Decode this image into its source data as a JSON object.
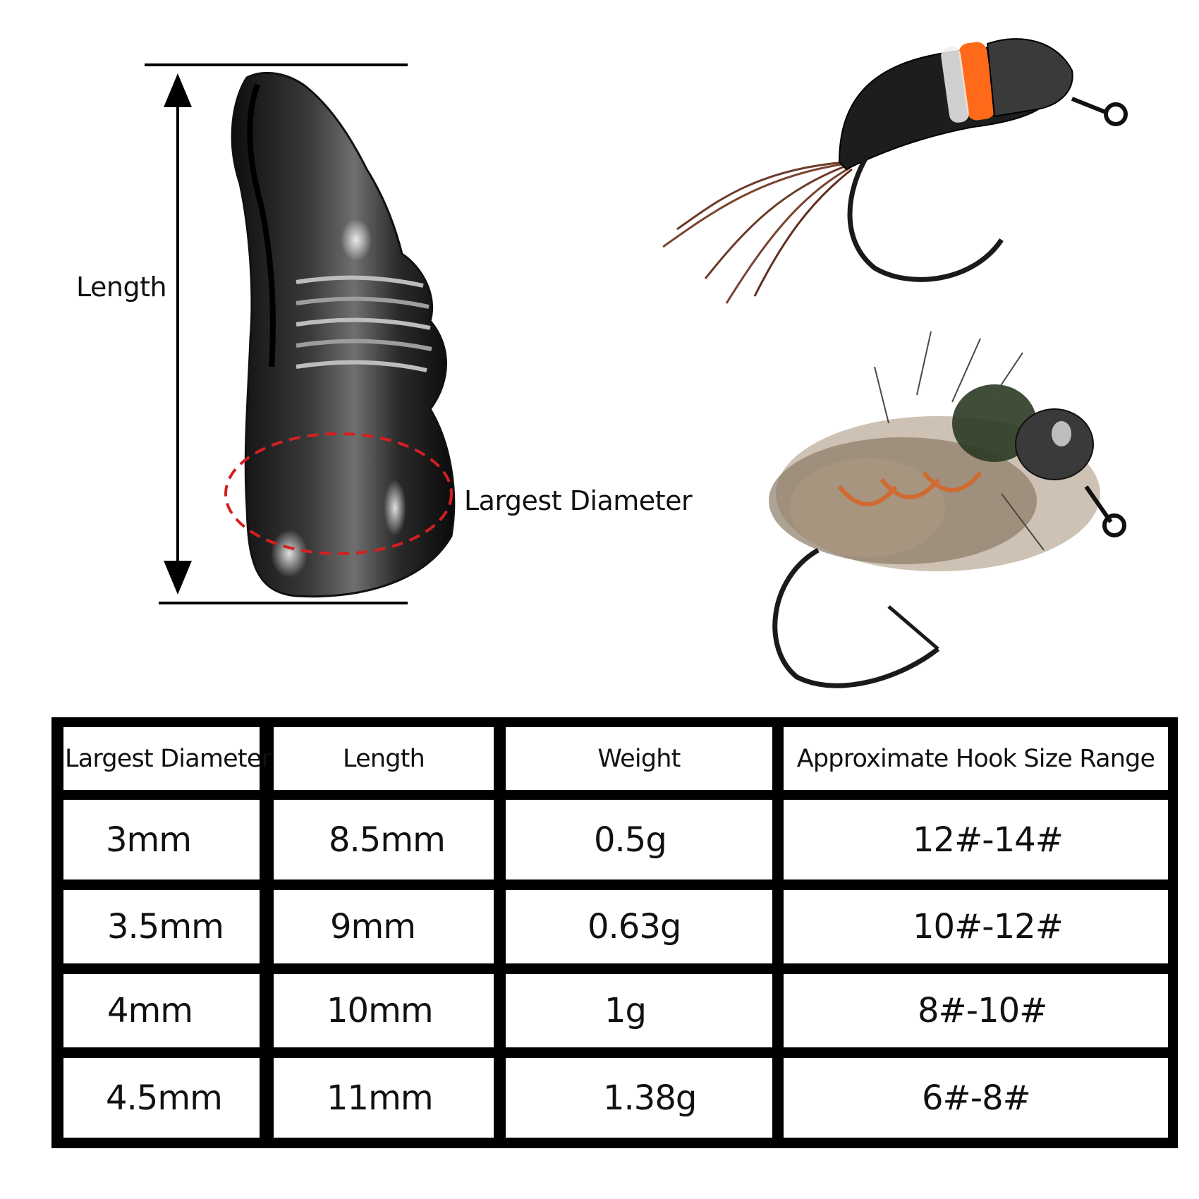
{
  "diagram": {
    "length_label": "Length",
    "diameter_label": "Largest Diameter"
  },
  "table": {
    "headers": [
      "Largest Diameter",
      "Length",
      "Weight",
      "Approximate Hook Size Range"
    ],
    "rows": [
      [
        "3mm",
        "8.5mm",
        "0.5g",
        "12#-14#"
      ],
      [
        "3.5mm",
        "9mm",
        "0.63g",
        "10#-12#"
      ],
      [
        "4mm",
        "10mm",
        "1g",
        "8#-10#"
      ],
      [
        "4.5mm",
        "11mm",
        "1.38g",
        "6#-8#"
      ]
    ]
  }
}
